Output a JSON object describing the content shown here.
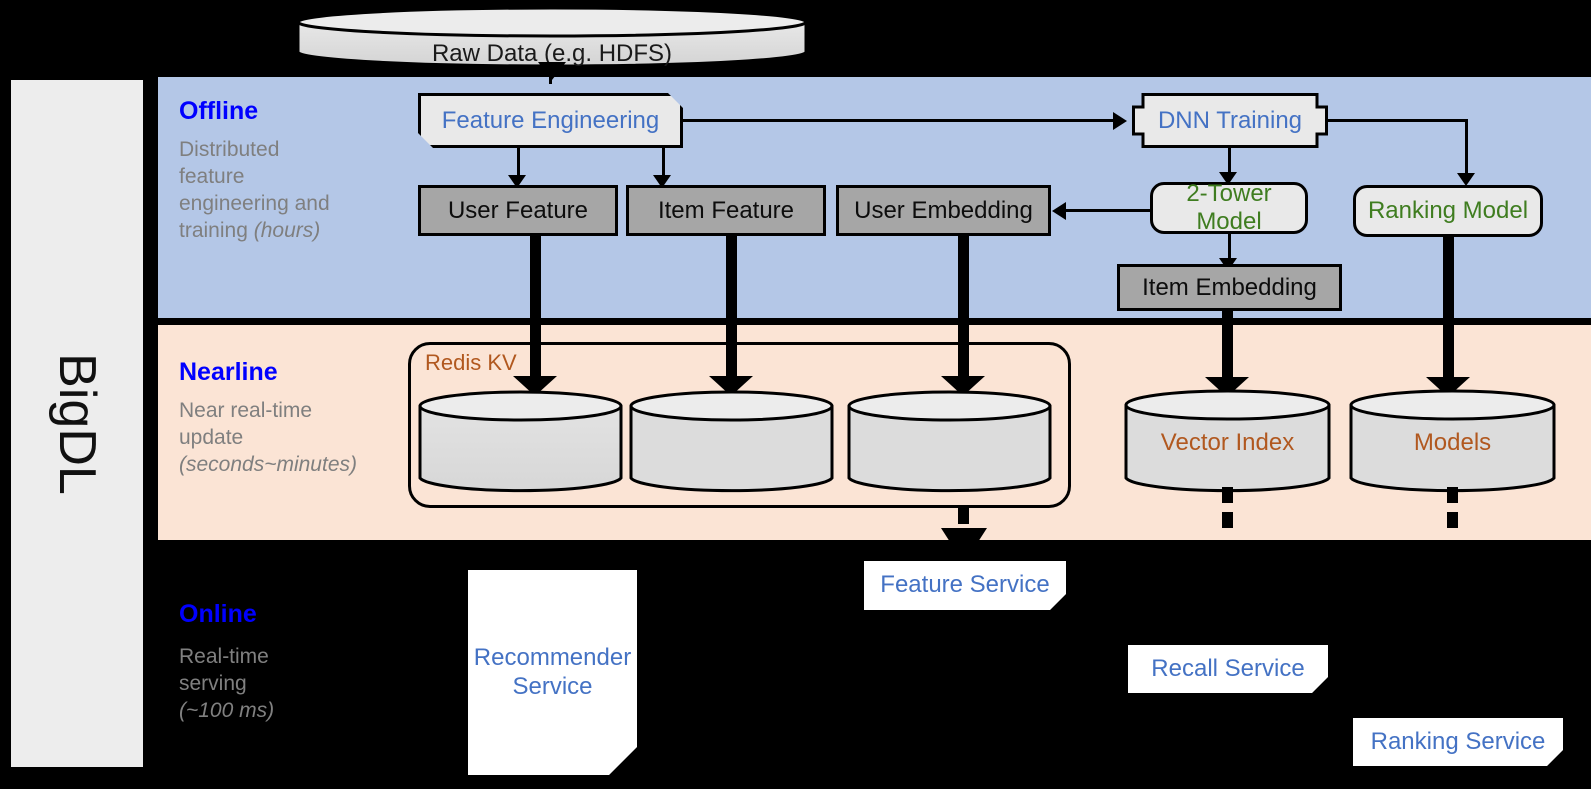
{
  "sidebar": {
    "label": "BigDL"
  },
  "top": {
    "raw_data": "Raw Data (e.g. HDFS)"
  },
  "bands": [
    {
      "id": "offline",
      "title": "Offline",
      "subtitle_line1": "Distributed",
      "subtitle_line2": "feature",
      "subtitle_line3": "engineering and",
      "subtitle_line4": "training ",
      "subtitle_italic": "(hours)",
      "bg": "#b4c7e7"
    },
    {
      "id": "nearline",
      "title": "Nearline",
      "subtitle_line1": "Near real-time",
      "subtitle_line2": "update",
      "subtitle_italic": "(seconds~minutes)",
      "bg": "#fbe4d5"
    },
    {
      "id": "online",
      "title": "Online",
      "subtitle_line1": "Real-time",
      "subtitle_line2": "serving",
      "subtitle_italic": "(~100 ms)",
      "bg": "#000000"
    }
  ],
  "offline": {
    "feature_engineering": "Feature Engineering",
    "dnn_training": "DNN Training",
    "user_feature": "User Feature",
    "item_feature": "Item Feature",
    "user_embedding": "User Embedding",
    "two_tower_model": "2-Tower Model",
    "ranking_model": "Ranking Model",
    "item_embedding": "Item Embedding"
  },
  "nearline": {
    "redis_kv": "Redis KV",
    "vector_index": "Vector Index",
    "models": "Models",
    "kv_stores": [
      "",
      "",
      ""
    ]
  },
  "online": {
    "recommender_service_line1": "Recommender",
    "recommender_service_line2": "Service",
    "feature_service": "Feature Service",
    "recall_service": "Recall Service",
    "ranking_service": "Ranking Service"
  },
  "colors": {
    "offline_bg": "#b4c7e7",
    "nearline_bg": "#fbe4d5",
    "online_bg": "#000000",
    "band_title": "#0000ff",
    "band_sub": "#7f7f7f",
    "blue_text": "#4472c4",
    "green_text": "#3f7d20",
    "brown_text": "#b1581f",
    "gray_box": "#a6a6a6",
    "light_box": "#e9e9e9"
  }
}
